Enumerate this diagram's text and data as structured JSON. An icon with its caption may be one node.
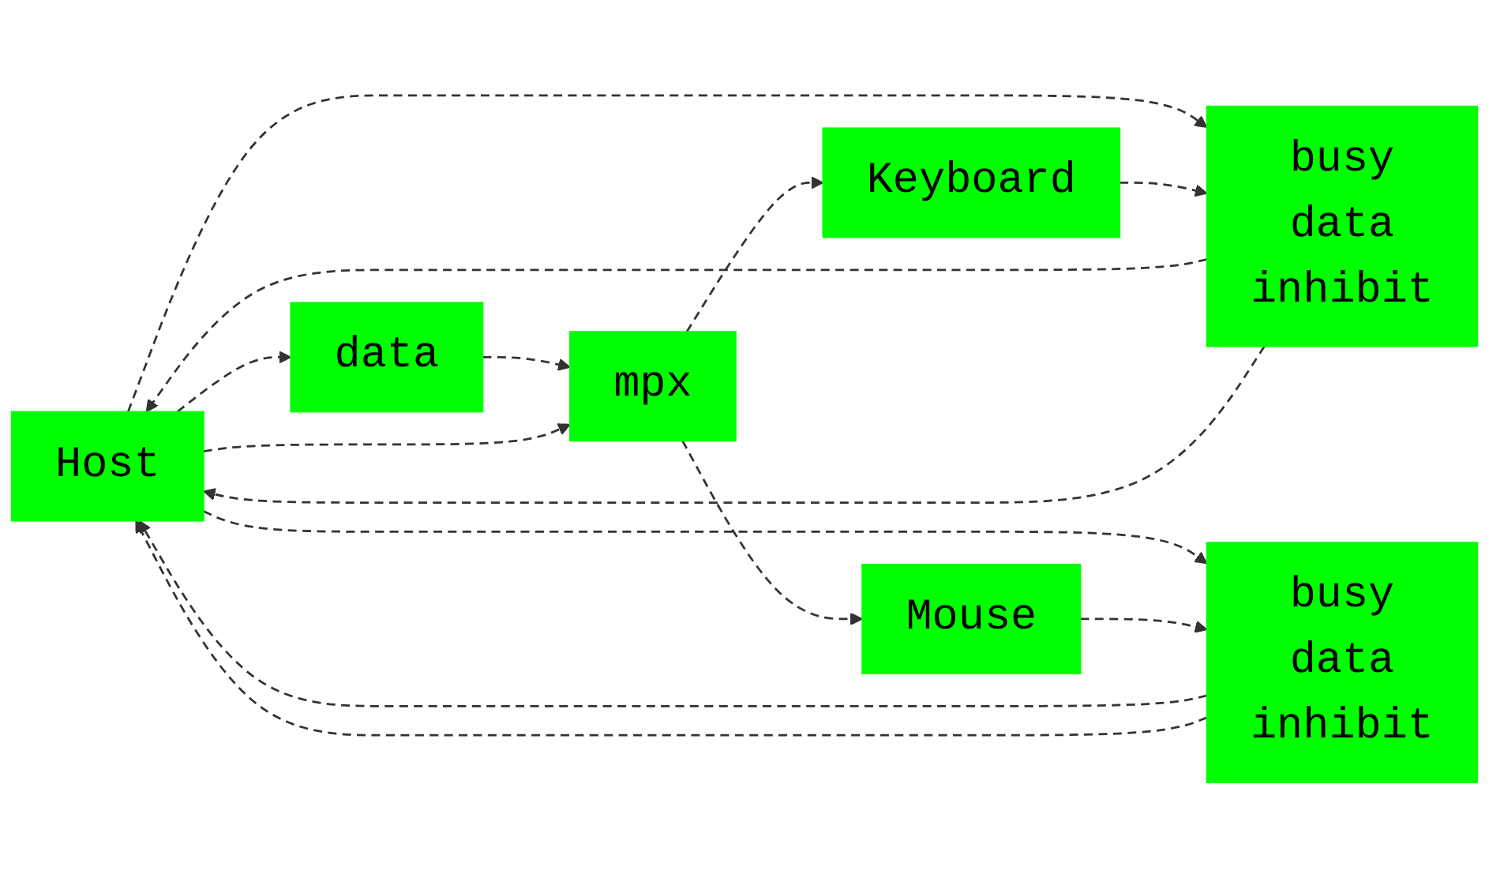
{
  "diagram": {
    "nodes": [
      {
        "text": [
          "Host"
        ]
      },
      {
        "text": [
          "busy",
          "data",
          "inhibit"
        ]
      },
      {
        "text": [
          "Keyboard"
        ]
      },
      {
        "text": [
          "data"
        ]
      },
      {
        "text": [
          "mpx"
        ]
      },
      {
        "text": [
          "busy",
          "data",
          "inhibit"
        ]
      },
      {
        "text": [
          "Mouse"
        ]
      }
    ],
    "edges": [
      {
        "from": 1,
        "to": 0,
        "arrow": "to"
      },
      {
        "from": 1,
        "to": 0,
        "arrow": "to"
      },
      {
        "from": 0,
        "to": 1,
        "arrow": "to"
      },
      {
        "from": 2,
        "to": 1,
        "arrow": "to"
      },
      {
        "from": 0,
        "to": 3,
        "arrow": "to"
      },
      {
        "from": 3,
        "to": 4,
        "arrow": "to"
      },
      {
        "from": 0,
        "to": 4,
        "arrow": "to"
      },
      {
        "from": 4,
        "to": 2,
        "arrow": "to"
      },
      {
        "from": 4,
        "to": 6,
        "arrow": "to"
      },
      {
        "from": 5,
        "to": 0,
        "arrow": "to"
      },
      {
        "from": 5,
        "to": 0,
        "arrow": "to"
      },
      {
        "from": 0,
        "to": 5,
        "arrow": "to"
      },
      {
        "from": 6,
        "to": 5,
        "arrow": "to"
      }
    ]
  }
}
